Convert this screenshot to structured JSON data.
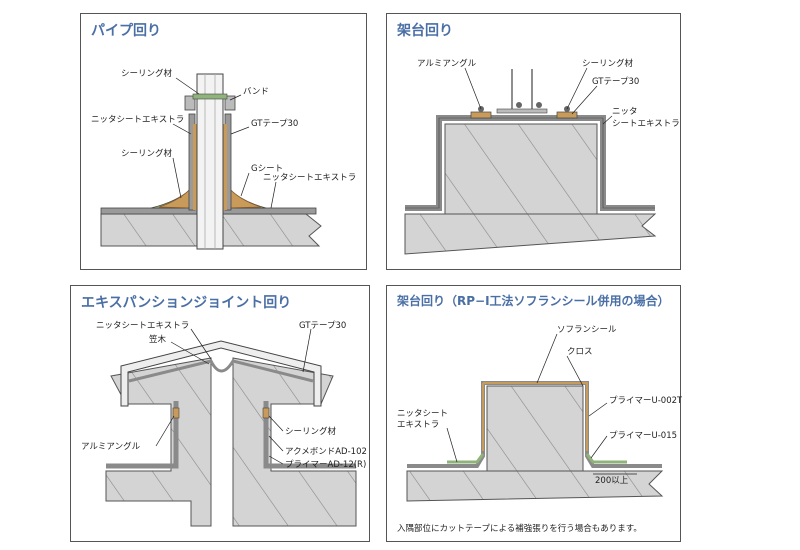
{
  "panels": {
    "pipe": {
      "title": "パイプ回り",
      "labels": {
        "sealing_top": "シーリング材",
        "band": "バンド",
        "nitta_left": "ニッタシートエキストラ",
        "gt_tape": "GTテープ30",
        "sealing_mid": "シーリング材",
        "g_sheet": "Gシート",
        "nitta_right": "ニッタシートエキストラ"
      }
    },
    "stand": {
      "title": "架台回り",
      "labels": {
        "aluminum_angle": "アルミアングル",
        "sealing": "シーリング材",
        "gt_tape": "GTテープ30",
        "nitta_line1": "ニッタ",
        "nitta_line2": "シートエキストラ"
      }
    },
    "expansion": {
      "title": "エキスパンションジョイント回り",
      "labels": {
        "nitta": "ニッタシートエキストラ",
        "kasagi": "笠木",
        "gt_tape": "GTテープ30",
        "aluminum_angle": "アルミアングル",
        "sealing": "シーリング材",
        "acme_bond": "アクメボンドAD-102",
        "primer": "プライマーAD-12(R)"
      }
    },
    "stand_rp": {
      "title": "架台回り（RP−Ⅰ工法ソフランシール併用の場合）",
      "labels": {
        "sofran_seal": "ソフランシール",
        "cloth": "クロス",
        "primer_002t": "プライマーU-002T",
        "nitta_line1": "ニッタシート",
        "nitta_line2": "エキストラ",
        "primer_015": "プライマーU-015",
        "dim_200": "200以上"
      },
      "note": "入隅部位にカットテープによる補強張りを行う場合もあります。"
    }
  },
  "colors": {
    "title": "#4a6fa5",
    "concrete": "#d6d6d6",
    "sheet": "#8a8a8a",
    "gold": "#c89b5a",
    "accent_green": "#8fb37a"
  }
}
